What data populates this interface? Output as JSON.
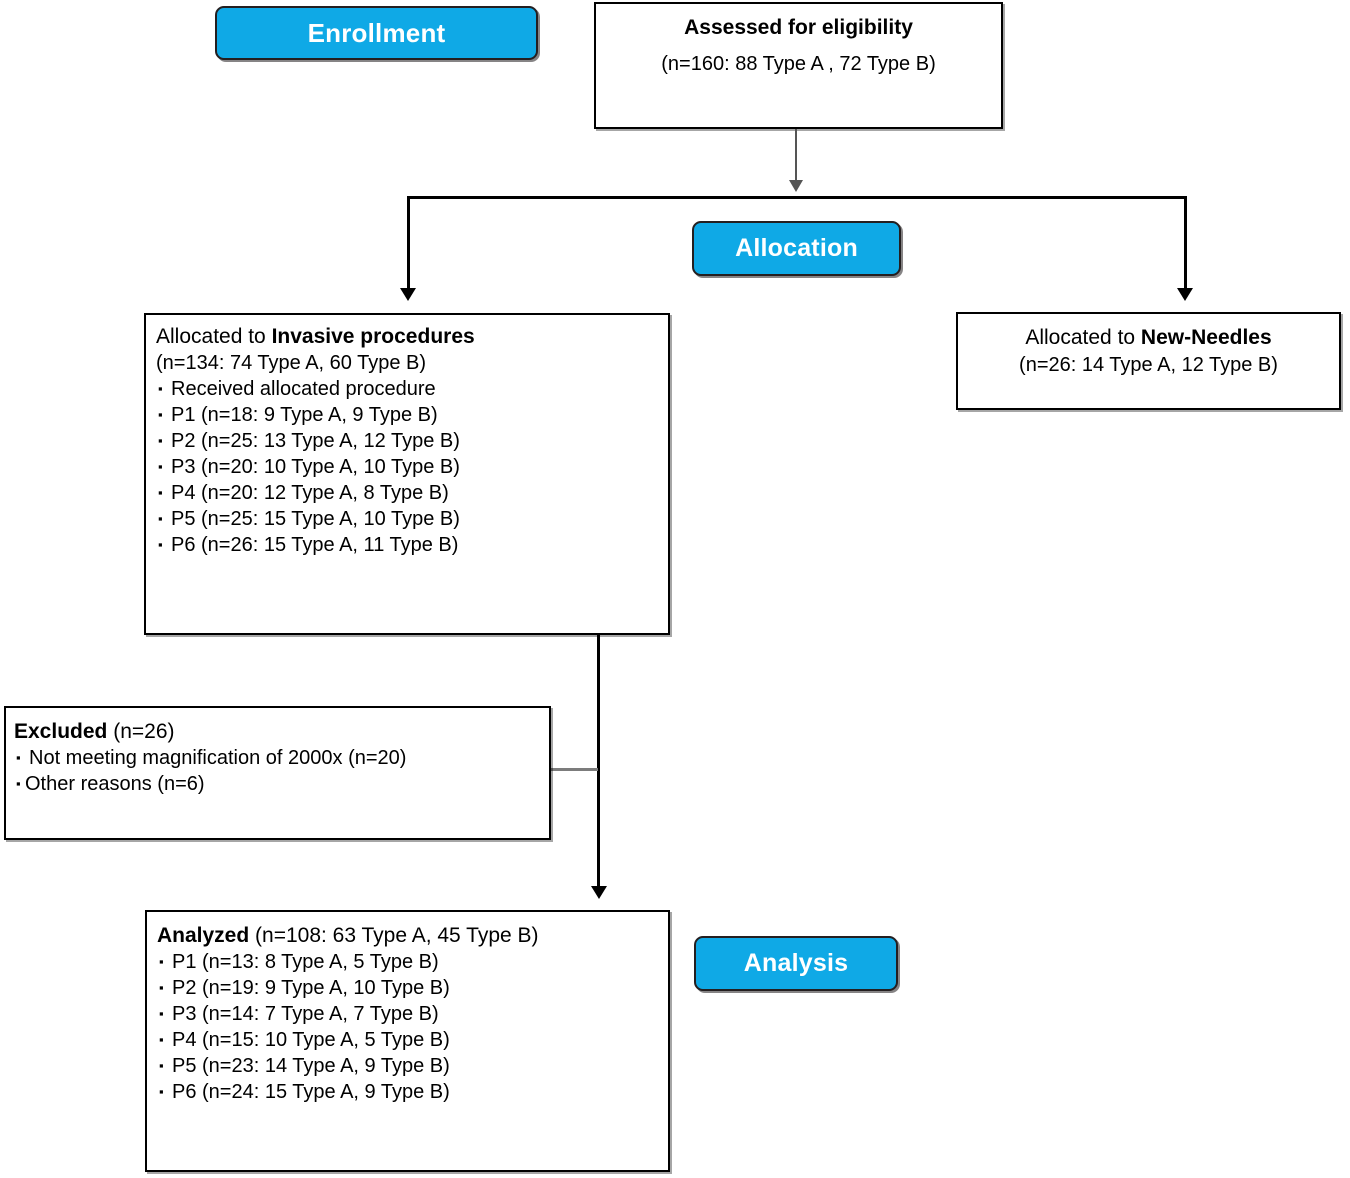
{
  "diagram": {
    "type": "consort-flow-diagram",
    "title": "CONSORT participant flow"
  },
  "stages": {
    "enrollment": {
      "label": "Enrollment"
    },
    "allocation": {
      "label": "Allocation"
    },
    "analysis": {
      "label": "Analysis"
    }
  },
  "boxes": {
    "assessed": {
      "title": "Assessed  for eligibility",
      "counts": "(n=160: 88 Type A , 72 Type B)"
    },
    "allocated_invasive": {
      "lead_prefix": "Allocated to ",
      "lead_bold": "Invasive procedures",
      "counts": "(n=134: 74 Type A, 60 Type B)",
      "items": [
        "Received  allocated procedure",
        "P1 (n=18: 9 Type A, 9 Type B)",
        "P2 (n=25: 13 Type A, 12 Type B)",
        "P3 (n=20: 10 Type A, 10 Type B)",
        "P4 (n=20: 12 Type A, 8 Type B)",
        "P5 (n=25: 15 Type A, 10 Type B)",
        "P6 (n=26: 15 Type A, 11 Type B)"
      ]
    },
    "allocated_needles": {
      "lead_prefix": "Allocated to ",
      "lead_bold": "New-Needles",
      "counts": "(n=26: 14 Type A, 12 Type B)"
    },
    "excluded": {
      "heading_bold": "Excluded ",
      "heading_rest": "(n=26)",
      "items": [
        "Not meeting  magnification of 2000x (n=20)",
        "Other reasons (n=6)"
      ]
    },
    "analyzed": {
      "heading_bold": "Analyzed ",
      "heading_rest": "(n=108: 63 Type A, 45 Type B)",
      "items": [
        "P1 (n=13: 8 Type A, 5 Type B)",
        "P2 (n=19: 9 Type A, 10 Type B)",
        "P3 (n=14: 7 Type A, 7 Type B)",
        "P4 (n=15: 10 Type A, 5 Type B)",
        "P5 (n=23: 14 Type A, 9 Type B)",
        "P6 (n=24: 15 Type A, 9 Type B)"
      ]
    }
  },
  "markers": {
    "bullet": "▪"
  },
  "colors": {
    "badge_fill": "#0FA9E6",
    "badge_text": "#FFFFFF",
    "badge_border": "#241F20",
    "box_border": "#000000",
    "connector": "#000000",
    "connector_gray": "#7C7C7C",
    "background": "#FFFFFF"
  }
}
